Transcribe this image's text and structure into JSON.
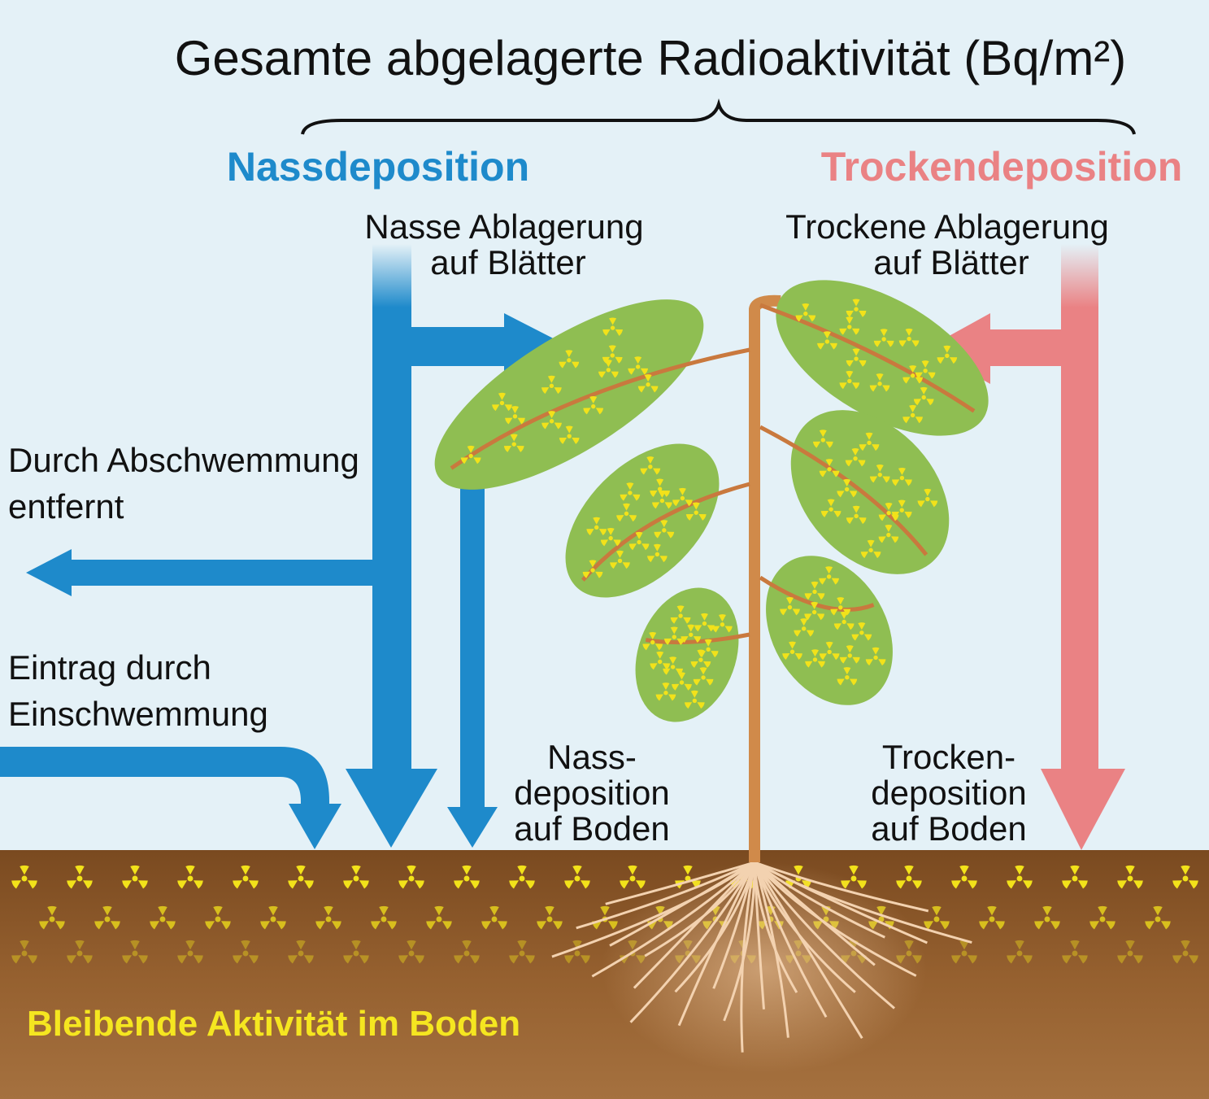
{
  "title": "Gesamte abgelagerte Radioaktivität (Bq/m²)",
  "wet": {
    "heading": "Nassdeposition",
    "leaves_line1": "Nasse Ablagerung",
    "leaves_line2": "auf Blätter",
    "ground_line1": "Nass-",
    "ground_line2": "deposition",
    "ground_line3": "auf Boden"
  },
  "dry": {
    "heading": "Trockendeposition",
    "leaves_line1": "Trockene Ablagerung",
    "leaves_line2": "auf Blätter",
    "ground_line1": "Trocken-",
    "ground_line2": "deposition",
    "ground_line3": "auf Boden"
  },
  "runoff": {
    "line1": "Durch Abschwemmung",
    "line2": "entfernt"
  },
  "inflow": {
    "line1": "Eintrag durch",
    "line2": "Einschwemmung"
  },
  "soil_label": "Bleibende Aktivität im Boden",
  "colors": {
    "sky": "#e4f1f7",
    "wet": "#1e8acb",
    "dry": "#ea8284",
    "soil": "#8b5a2c",
    "leaf": "#8fbe52",
    "trefoil": "#f2e21a",
    "stem": "#d08a4a"
  }
}
